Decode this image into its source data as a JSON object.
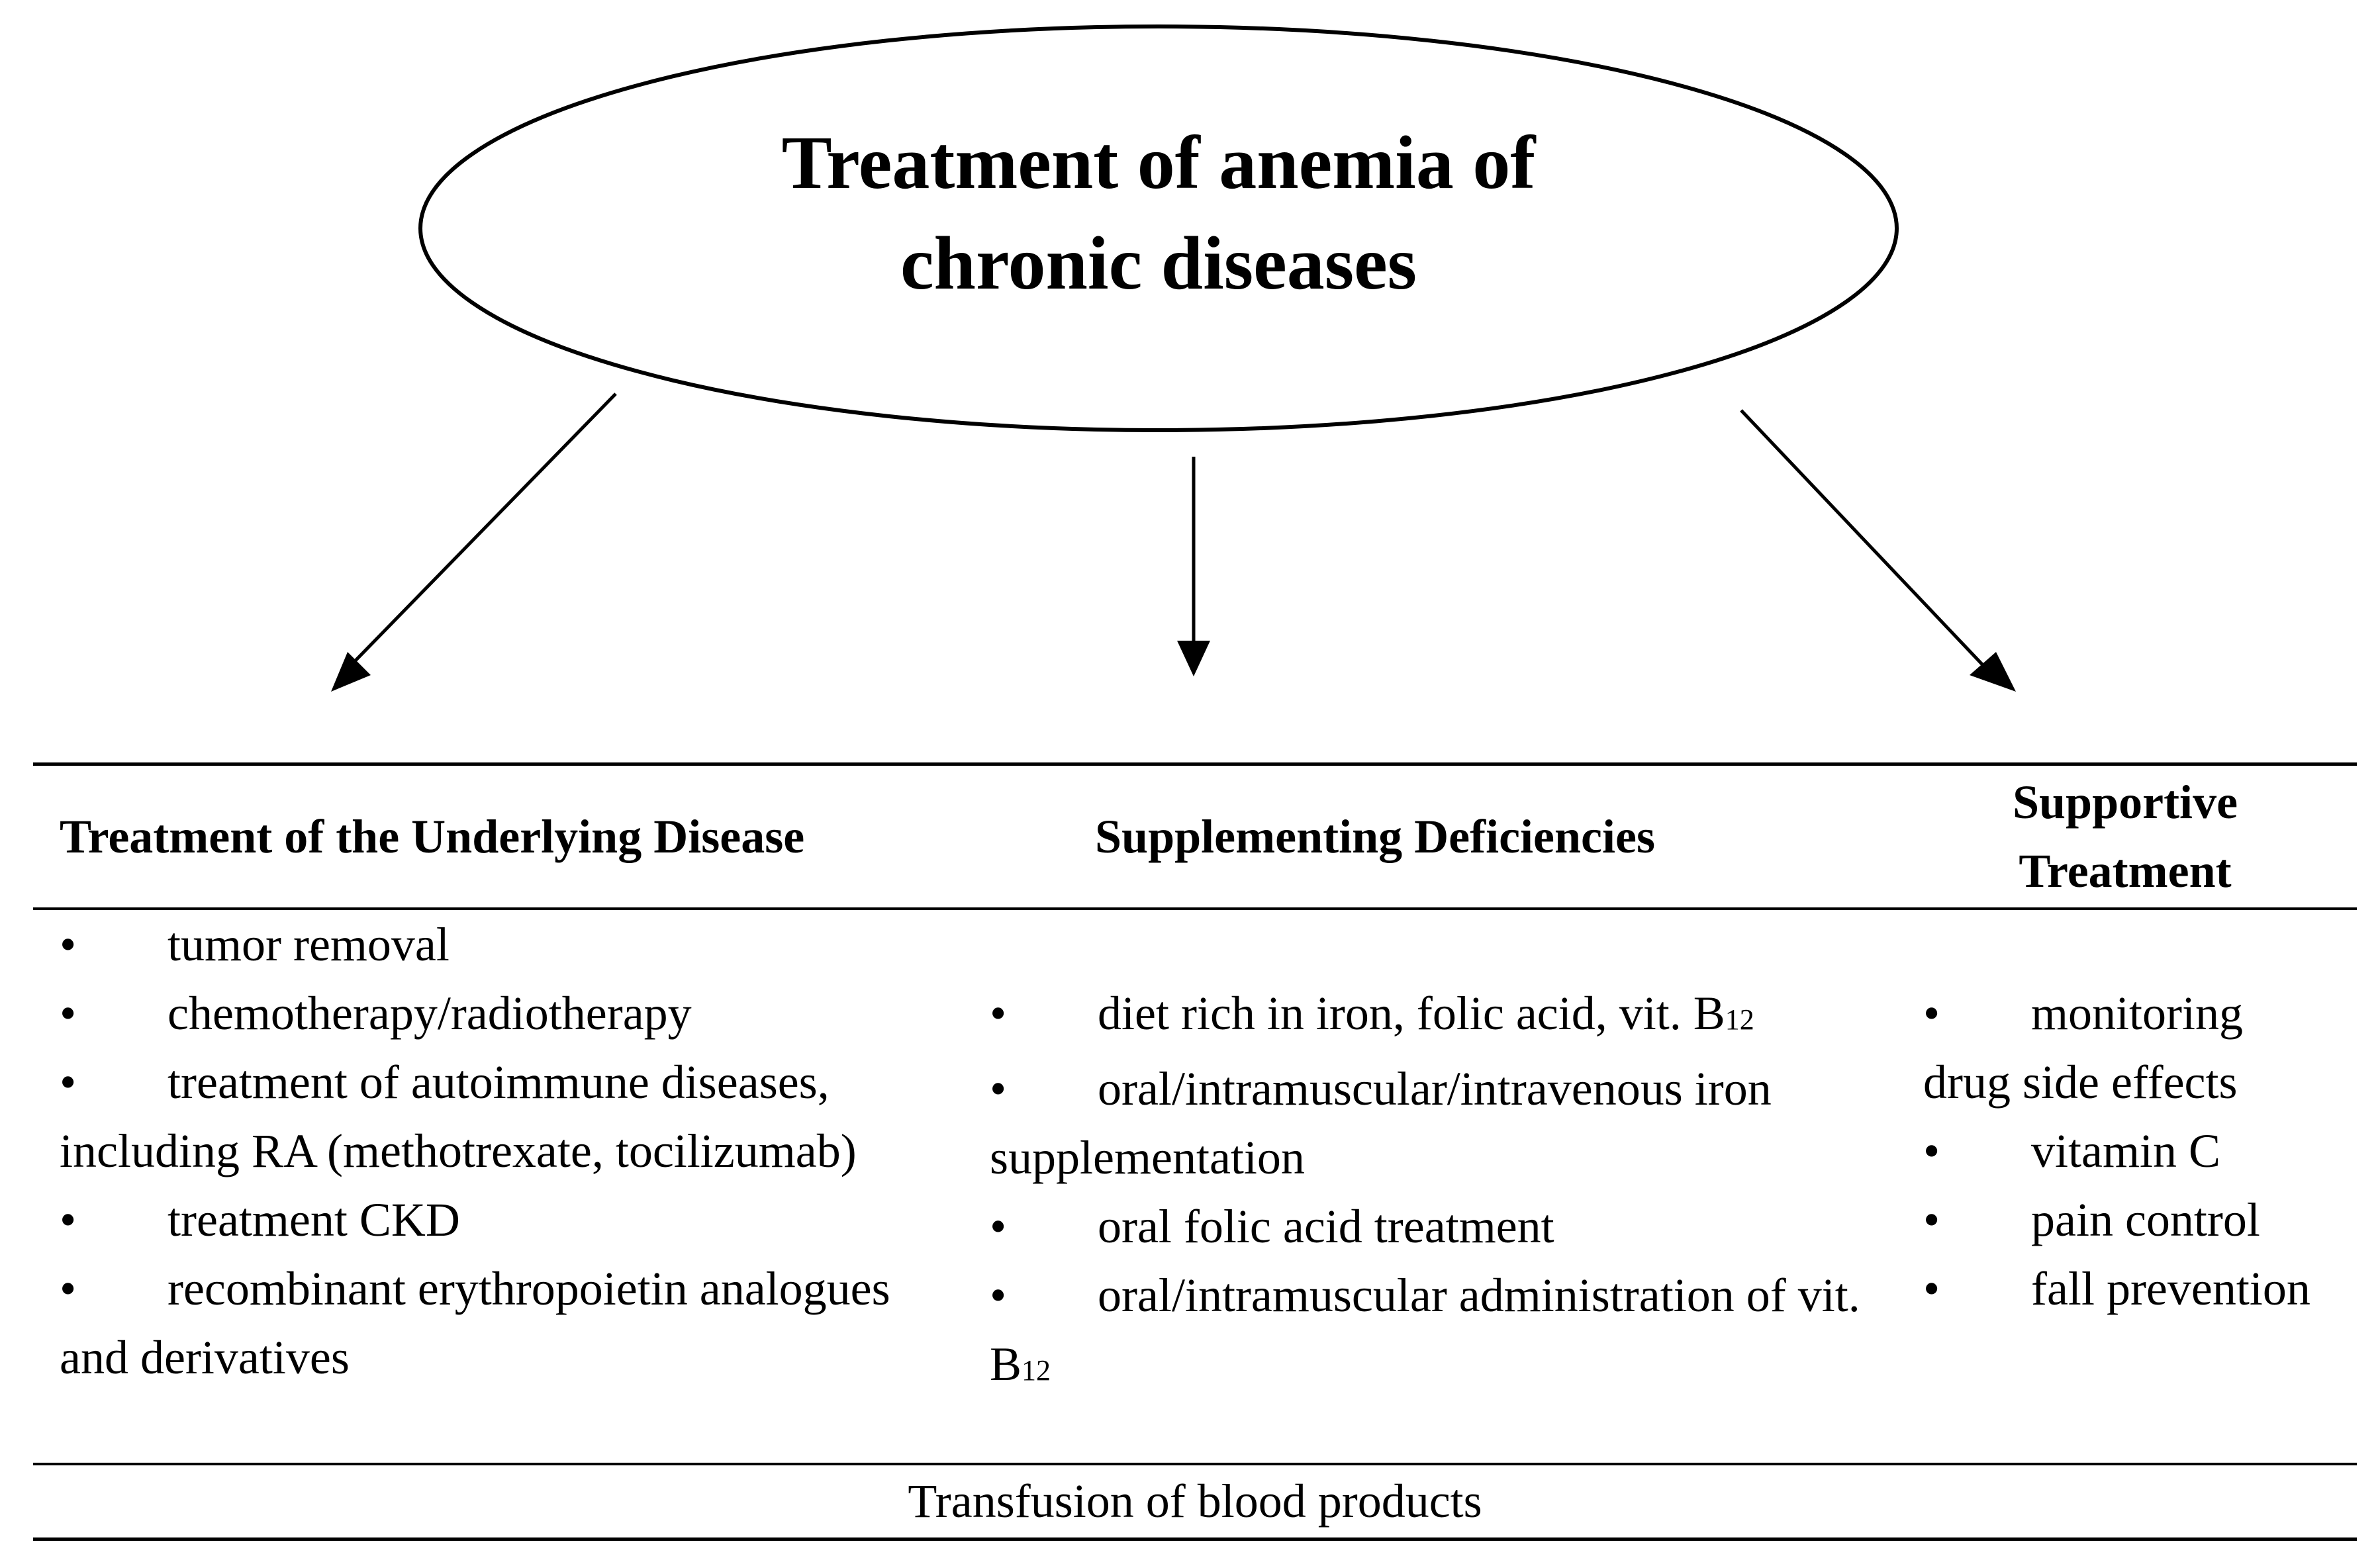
{
  "diagram": {
    "title_lines": [
      "Treatment of anemia of",
      "chronic diseases"
    ],
    "columns": [
      {
        "header": "Treatment of the Underlying Disease",
        "items": [
          "tumor removal",
          "chemotherapy/radiotherapy",
          "treatment of autoimmune diseases, including RA (methotrexate, tocilizumab)",
          "treatment CKD",
          "recombinant erythropoietin analogues and derivatives"
        ]
      },
      {
        "header": "Supplementing Deficiencies",
        "items": [
          "diet rich in iron, folic acid, vit. B12",
          "oral/intramuscular/intravenous iron supplementation",
          "oral folic acid treatment",
          "oral/intramuscular administration of vit. B12"
        ]
      },
      {
        "header_lines": [
          "Supportive",
          "Treatment"
        ],
        "items": [
          "monitoring drug side effects",
          "vitamin C",
          "pain control",
          "fall prevention"
        ]
      }
    ],
    "footer": "Transfusion of blood products",
    "bullet": "•",
    "colors": {
      "stroke": "#000000",
      "background": "#ffffff"
    }
  }
}
